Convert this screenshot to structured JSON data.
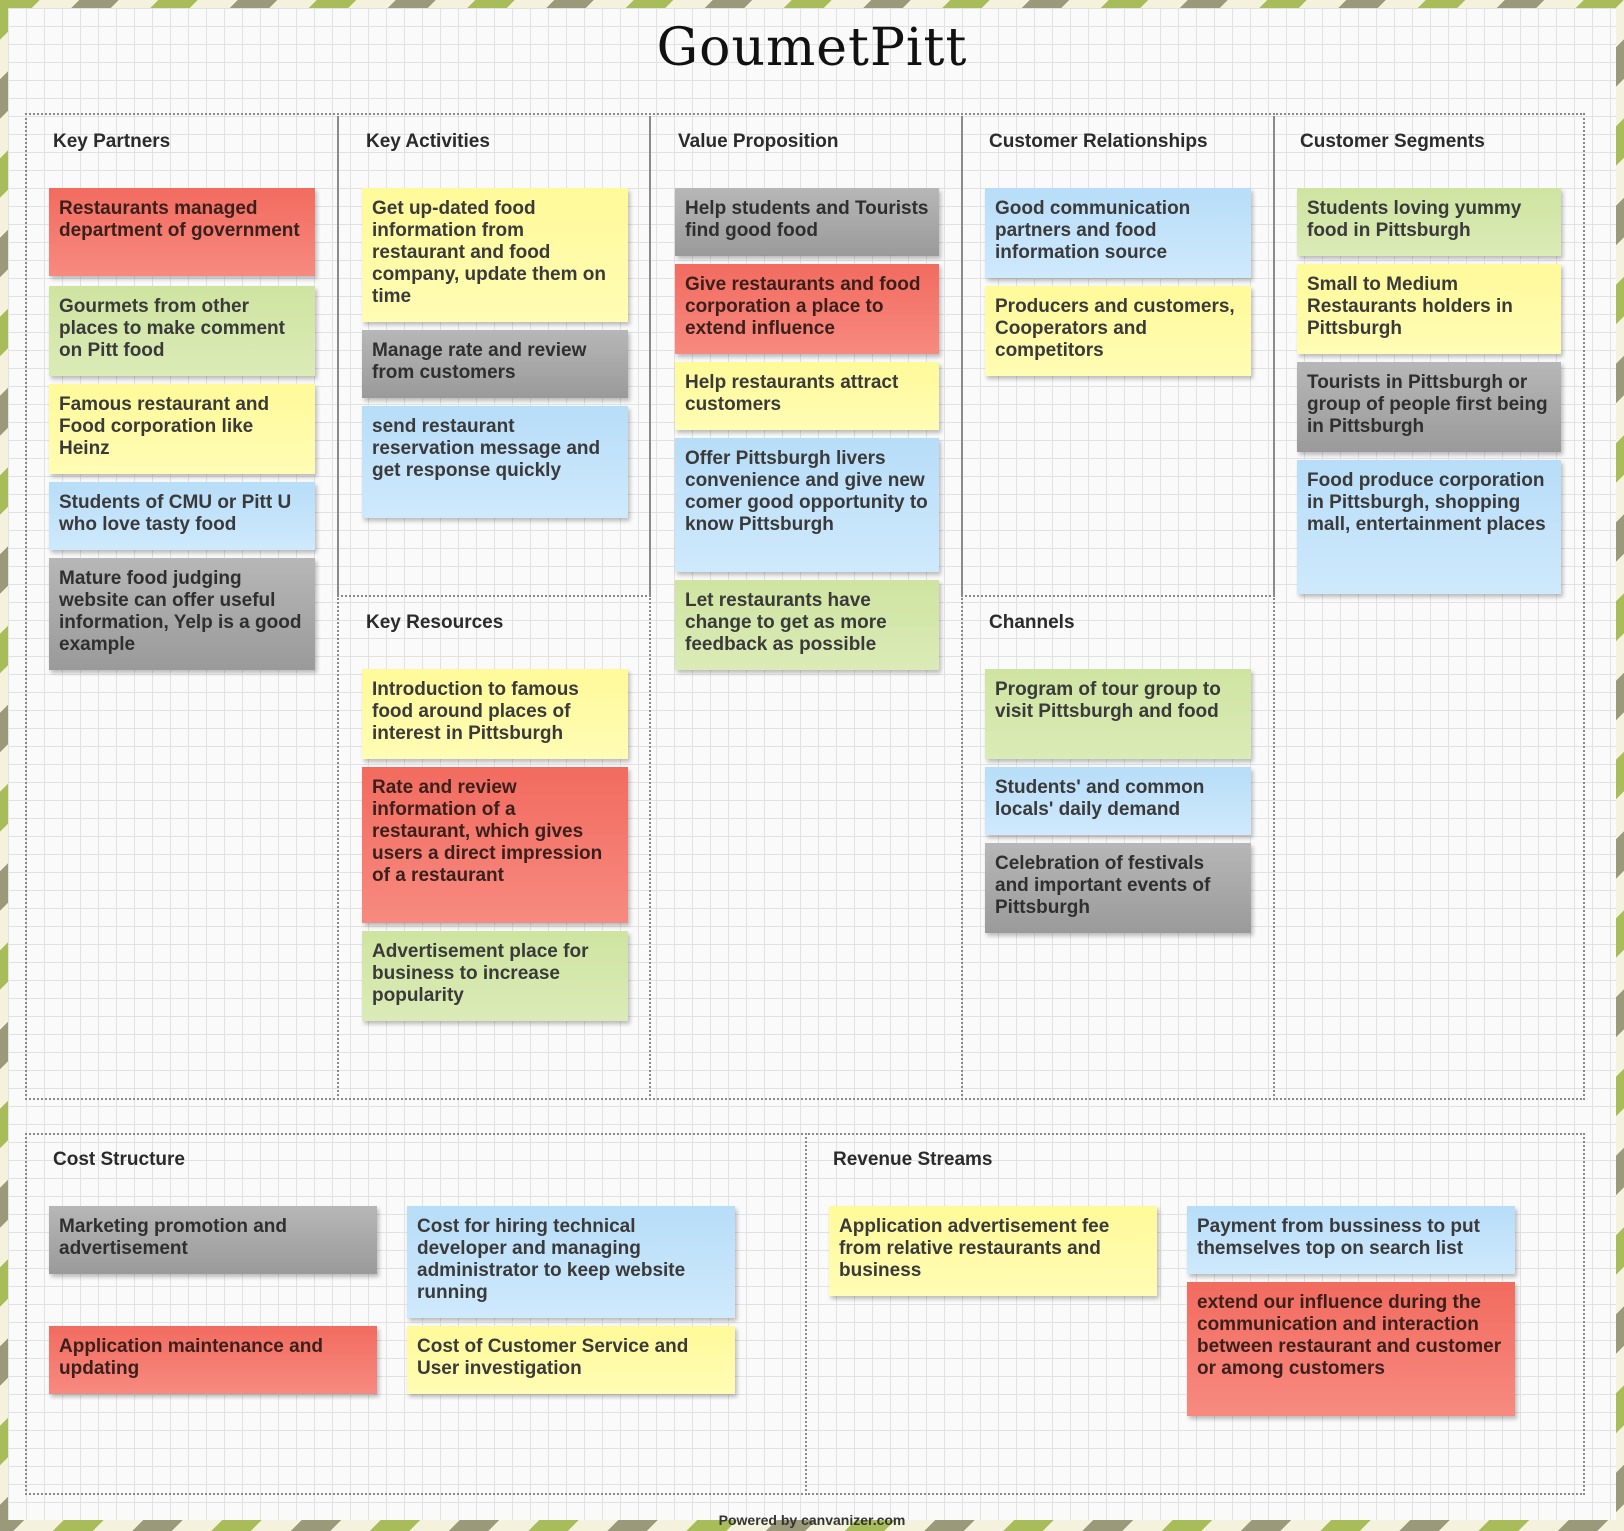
{
  "title": "GoumetPitt",
  "footer": "Powered by canvanizer.com",
  "sections": {
    "key_partners": "Key Partners",
    "key_activities": "Key Activities",
    "value_proposition": "Value Proposition",
    "customer_relationships": "Customer Relationships",
    "customer_segments": "Customer Segments",
    "key_resources": "Key Resources",
    "channels": "Channels",
    "cost_structure": "Cost Structure",
    "revenue_streams": "Revenue Streams"
  },
  "colors": {
    "red": "#f26b5f",
    "green": "#cfe4a1",
    "yellow": "#fffa99",
    "blue": "#b7ddf8",
    "gray": "#a8a8a8"
  },
  "notes": {
    "key_partners": [
      "Restaurants managed department of government",
      "Gourmets from other places to make comment on Pitt food",
      "Famous restaurant and Food corporation like Heinz",
      "Students of CMU or Pitt U who love tasty food",
      "Mature food judging website can offer useful information, Yelp is a good example"
    ],
    "key_activities": [
      "Get up-dated food information from restaurant and food company, update them on time",
      "Manage rate and review from customers",
      "send restaurant reservation message and get response quickly"
    ],
    "key_resources": [
      "Introduction to famous food around places of interest in Pittsburgh",
      "Rate and review information of a restaurant, which gives users a direct impression of a restaurant",
      "Advertisement place for business to increase popularity"
    ],
    "value_proposition": [
      "Help students and Tourists find good food",
      "Give restaurants and food corporation a place to extend influence",
      "Help restaurants attract customers",
      "Offer Pittsburgh livers convenience and give new comer good opportunity to know Pittsburgh",
      "Let restaurants have change to get as more feedback as possible"
    ],
    "customer_relationships": [
      "Good communication partners and food information source",
      "Producers and customers, Cooperators and competitors"
    ],
    "channels": [
      "Program of tour group to visit Pittsburgh and food",
      "Students' and common locals' daily demand",
      "Celebration of festivals and important events of Pittsburgh"
    ],
    "customer_segments": [
      "Students loving yummy food in Pittsburgh",
      "Small to Medium Restaurants holders in Pittsburgh",
      "Tourists in Pittsburgh or group of people first being in Pittsburgh",
      "Food produce corporation in Pittsburgh, shopping mall, entertainment places"
    ],
    "cost_structure": [
      "Marketing promotion and advertisement",
      "Cost for hiring technical developer and managing administrator to keep website running",
      "Application maintenance and updating",
      "Cost of Customer Service and User investigation"
    ],
    "revenue_streams": [
      "Application advertisement fee from relative restaurants and business",
      "Payment from bussiness to put themselves top on search list",
      "extend our influence during the communication and interaction between restaurant and customer or among customers"
    ]
  }
}
